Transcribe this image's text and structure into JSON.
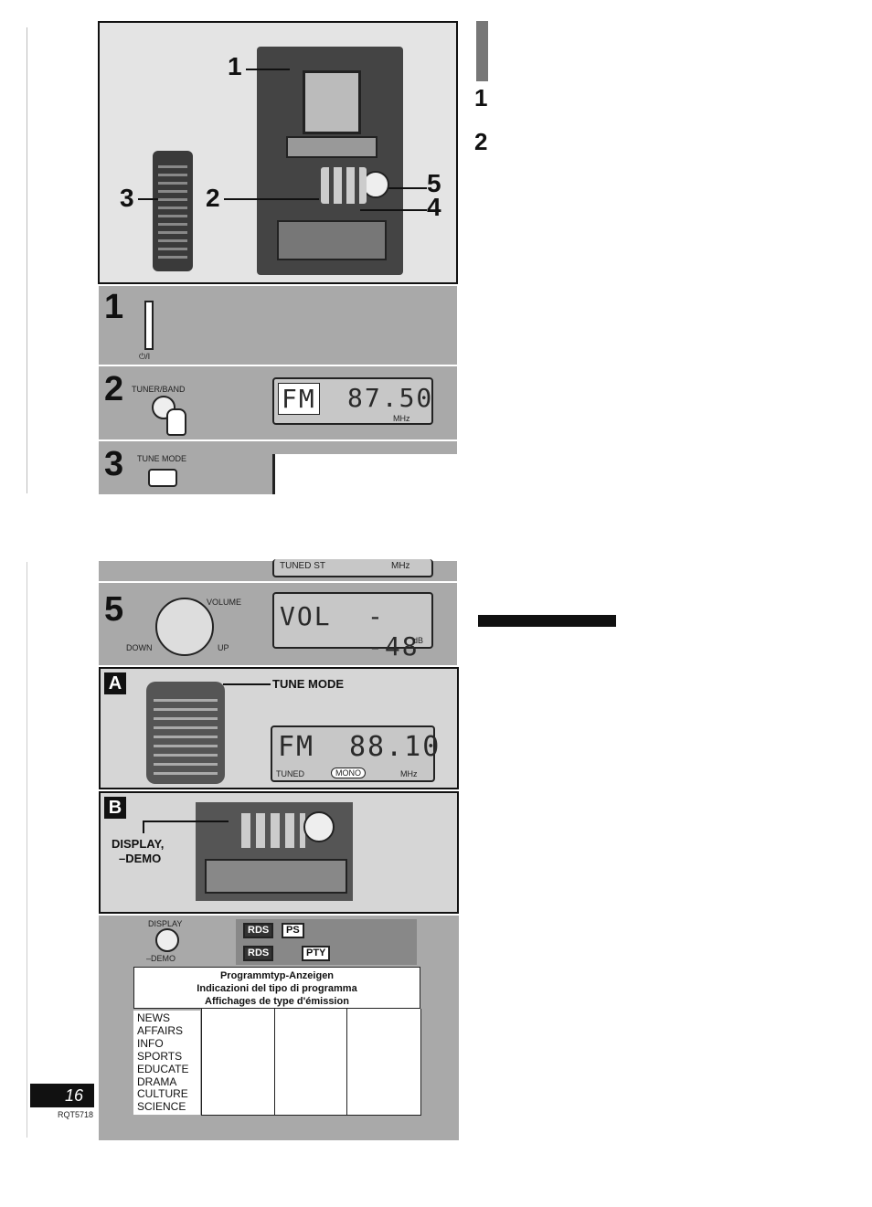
{
  "page": {
    "number": "16",
    "code": "RQT5718"
  },
  "top_panel": {
    "callouts": [
      "1",
      "2",
      "3",
      "4",
      "5"
    ]
  },
  "right_column": {
    "step1": "1",
    "step2": "2"
  },
  "steps": {
    "s1": {
      "num": "1",
      "label": "⏻/I"
    },
    "s2": {
      "num": "2",
      "button": "TUNER/BAND",
      "display_band": "FM",
      "display_freq": "87.50",
      "unit": "MHz"
    },
    "s3": {
      "num": "3",
      "button": "TUNE MODE"
    },
    "s4_display": {
      "left": "TUNED ST",
      "unit": "MHz"
    },
    "s5": {
      "num": "5",
      "knob": "VOLUME",
      "down": "DOWN",
      "up": "UP",
      "display_left": "VOL",
      "display_right": "--48",
      "unit": "dB"
    }
  },
  "panel_a": {
    "tag": "A",
    "label": "TUNE MODE",
    "display_band": "FM",
    "display_freq": "88.10",
    "tuned": "TUNED",
    "mono": "MONO",
    "unit": "MHz"
  },
  "panel_b": {
    "tag": "B",
    "label_line1": "DISPLAY,",
    "label_line2": "–DEMO"
  },
  "rds": {
    "button_top": "DISPLAY",
    "button_bottom": "–DEMO",
    "row1": [
      "RDS",
      "PS"
    ],
    "row2": [
      "RDS",
      "PTY"
    ]
  },
  "pty_table": {
    "headers": [
      "Programmtyp-Anzeigen",
      "Indicazioni del tipo di programma",
      "Affichages de type d'émission"
    ],
    "items": [
      "NEWS",
      "AFFAIRS",
      "INFO",
      "SPORTS",
      "EDUCATE",
      "DRAMA",
      "CULTURE",
      "SCIENCE"
    ]
  }
}
